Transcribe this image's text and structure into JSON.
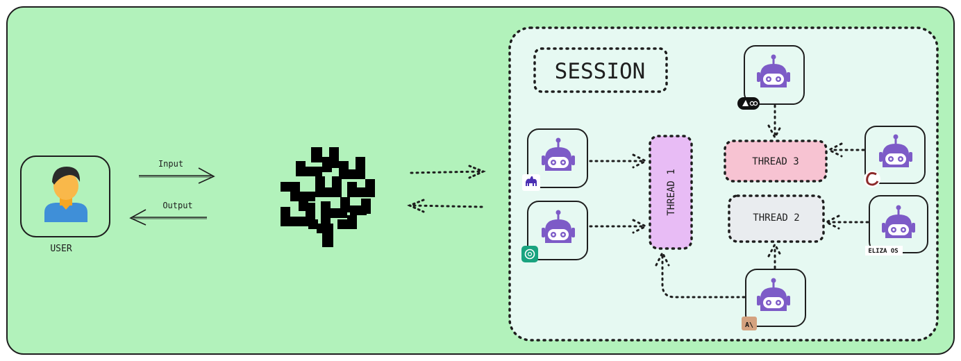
{
  "colors": {
    "background_panel": "#b2f2bb",
    "session_panel": "#e6f9f2",
    "thread1": "#e8bcf5",
    "thread3": "#f7c3d2",
    "thread2": "#e9ecef",
    "robot": "#7d5bc7",
    "stroke": "#1e1e1e"
  },
  "user": {
    "label": "USER",
    "icon": "person-icon"
  },
  "arrows": {
    "input_label": "Input",
    "output_label": "Output"
  },
  "hub": {
    "icon": "coral-logo-icon"
  },
  "session": {
    "title": "SESSION"
  },
  "threads": [
    {
      "label": "THREAD 1"
    },
    {
      "label": "THREAD 3"
    },
    {
      "label": "THREAD 2"
    }
  ],
  "agents": [
    {
      "badge_icon": "camel-logo-icon"
    },
    {
      "badge_icon": "openai-logo-icon"
    },
    {
      "badge_icon": "langchain-logo-icon"
    },
    {
      "badge_icon": "crewai-logo-icon"
    },
    {
      "badge_icon": "elizaos-logo-icon",
      "badge_text": "ELIZA OS"
    },
    {
      "badge_icon": "anthropic-logo-icon",
      "badge_text": "A\\"
    }
  ]
}
